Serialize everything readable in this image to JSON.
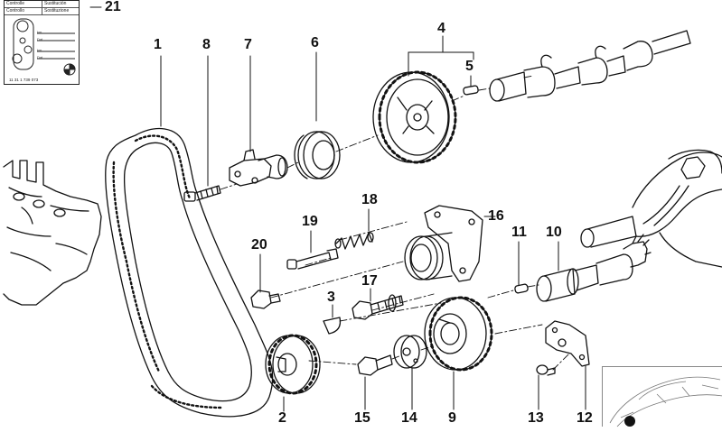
{
  "diagram": {
    "callouts": [
      "1",
      "2",
      "3",
      "4",
      "5",
      "6",
      "7",
      "8",
      "9",
      "10",
      "11",
      "12",
      "13",
      "14",
      "15",
      "16",
      "17",
      "18",
      "19",
      "20",
      "21"
    ],
    "label_card": {
      "header_rows": [
        [
          "Controlle",
          "Sustitución"
        ],
        [
          "Controllo",
          "Sostituzione"
        ]
      ],
      "signature_lines": [
        "km",
        "Dat.",
        "km",
        "Dat."
      ],
      "part_number": "11 31 1 739 073"
    },
    "colors": {
      "line": "#111111",
      "background": "#ffffff"
    }
  }
}
